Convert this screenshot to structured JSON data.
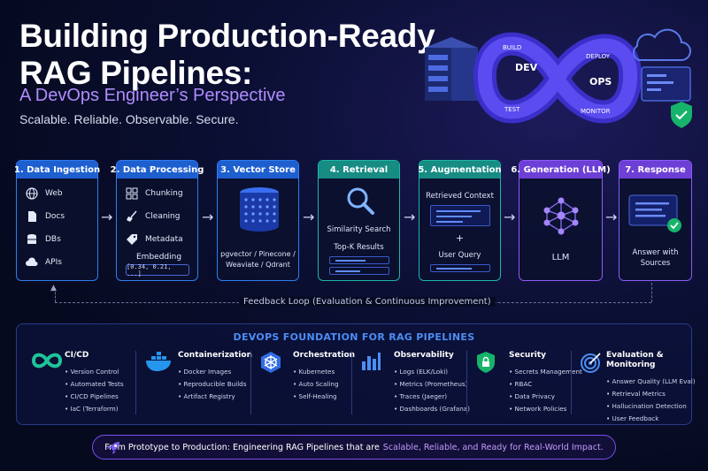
{
  "header": {
    "title_line1": "Building Production-Ready",
    "title_line2": "RAG Pipelines:",
    "subtitle": "A DevOps Engineer’s Perspective",
    "tagline": "Scalable. Reliable. Observable. Secure."
  },
  "hero": {
    "loop_labels": [
      "BUILD",
      "DEV",
      "TEST",
      "DEPLOY",
      "OPS",
      "MONITOR"
    ]
  },
  "pipeline": {
    "stages": [
      {
        "title": "1. Data Ingestion",
        "items": [
          "Web",
          "Docs",
          "DBs",
          "APIs"
        ]
      },
      {
        "title": "2. Data Processing",
        "items": [
          "Chunking",
          "Cleaning",
          "Metadata",
          "Embedding"
        ],
        "vector": "[0.34, 0.21, ...]"
      },
      {
        "title": "3. Vector Store",
        "caption": "pgvector / Pinecone / Weaviate / Qdrant"
      },
      {
        "title": "4. Retrieval",
        "search": "Similarity Search",
        "topk": "Top-K Results"
      },
      {
        "title": "5. Augmentation",
        "context": "Retrieved Context",
        "plus": "+",
        "query": "User Query"
      },
      {
        "title": "6. Generation (LLM)",
        "caption": "LLM"
      },
      {
        "title": "7. Response",
        "caption": "Answer with Sources"
      }
    ],
    "feedback": "Feedback Loop (Evaluation & Continuous Improvement)"
  },
  "foundation": {
    "title": "DEVOPS FOUNDATION FOR RAG PIPELINES",
    "columns": [
      {
        "title": "CI/CD",
        "items": [
          "• Version Control",
          "• Automated Tests",
          "• CI/CD Pipelines",
          "• IaC (Terraform)"
        ]
      },
      {
        "title": "Containerization",
        "items": [
          "• Docker Images",
          "• Reproducible Builds",
          "• Artifact Registry"
        ]
      },
      {
        "title": "Orchestration",
        "items": [
          "• Kubernetes",
          "• Auto Scaling",
          "• Self-Healing"
        ]
      },
      {
        "title": "Observability",
        "items": [
          "• Logs (ELK/Loki)",
          "• Metrics (Prometheus)",
          "• Traces (Jaeger)",
          "• Dashboards (Grafana)"
        ]
      },
      {
        "title": "Security",
        "items": [
          "• Secrets Management",
          "• RBAC",
          "• Data Privacy",
          "• Network Policies"
        ]
      },
      {
        "title": "Evaluation & Monitoring",
        "items": [
          "• Answer Quality (LLM Eval)",
          "• Retrieval Metrics",
          "• Hallucination Detection",
          "• User Feedback"
        ]
      }
    ]
  },
  "banner": {
    "text": "From Prototype to Production: Engineering RAG Pipelines that are",
    "highlight": "Scalable, Reliable, and Ready for Real-World Impact."
  },
  "colors": {
    "blue": "#1e5fd0",
    "teal": "#168c83",
    "purple": "#6d3fd6",
    "accent": "#b08cff"
  }
}
